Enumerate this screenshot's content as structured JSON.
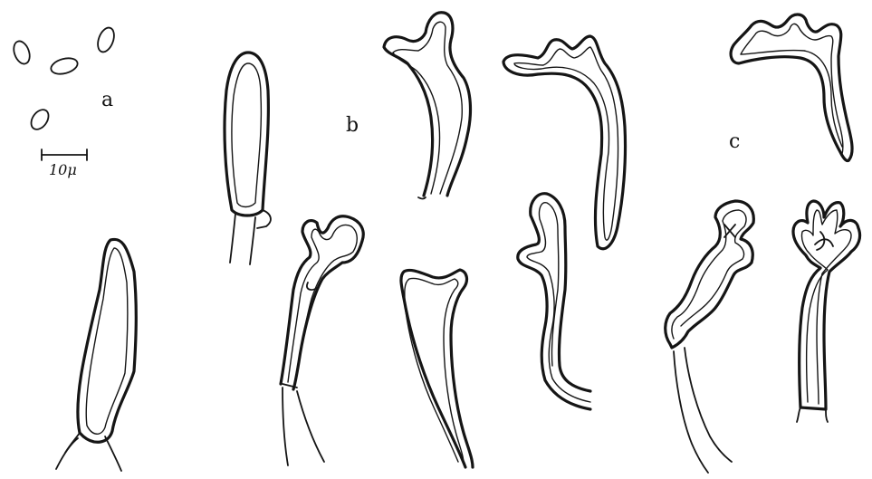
{
  "labels": {
    "a": "a",
    "b": "b",
    "c": "c",
    "scale": "10μ"
  },
  "colors": {
    "ink": "#151515",
    "paper": "#ffffff"
  }
}
